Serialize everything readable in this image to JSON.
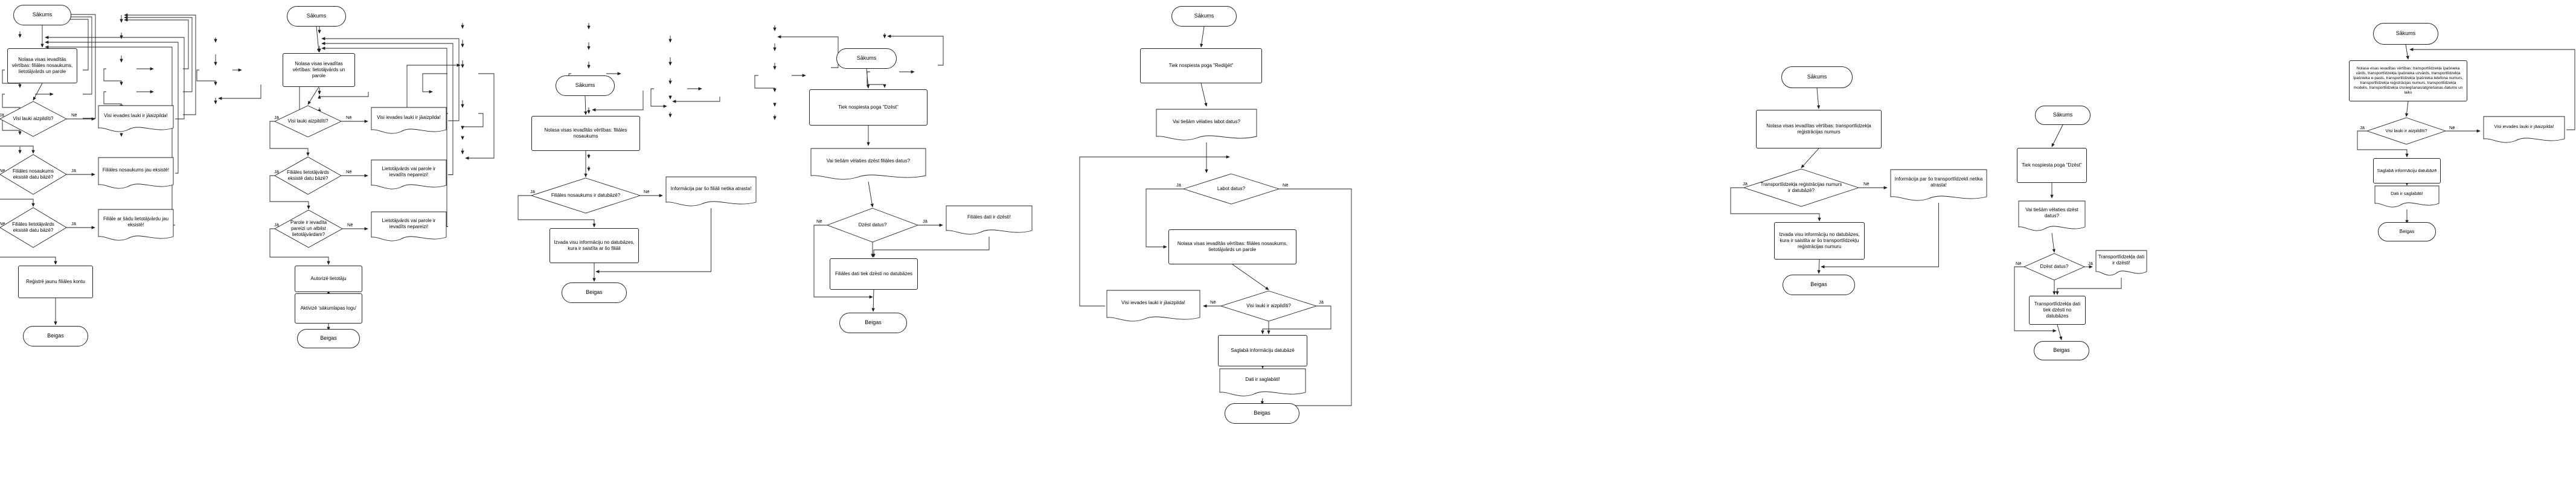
{
  "meta": {
    "diagram_type": "flowchart-set",
    "language": "lv",
    "background_color": "#ffffff",
    "line_color": "#222222",
    "text_color": "#000000",
    "count": 8
  },
  "labels": {
    "yes": "Jā",
    "no": "Nē"
  },
  "flows": [
    {
      "id": "flow-1-registracija",
      "nodes": [
        {
          "id": "f1-start",
          "type": "terminal",
          "text": "Sākums"
        },
        {
          "id": "f1-read",
          "type": "process",
          "text": "Nolasa visas ievadītās vērtības: filiāles nosaukums, lietotājvārds un parole"
        },
        {
          "id": "f1-d1",
          "type": "decision",
          "text": "Visi lauki aizpildīti?"
        },
        {
          "id": "f1-m1",
          "type": "document",
          "text": "Visi ievades lauki ir jāaizpilda!"
        },
        {
          "id": "f1-d2",
          "type": "decision",
          "text": "Filiāles nosaukums eksistē datu bāzē?"
        },
        {
          "id": "f1-m2",
          "type": "document",
          "text": "Filiāles nosaukums jau eksistē!"
        },
        {
          "id": "f1-d3",
          "type": "decision",
          "text": "Filiāles lietotājvārds eksistē datu bāzē?"
        },
        {
          "id": "f1-m3",
          "type": "document",
          "text": "Filiāle ar šādu lietotājvārdu jau eksistē!"
        },
        {
          "id": "f1-reg",
          "type": "process",
          "text": "Reģistrē jaunu filiāles kontu"
        },
        {
          "id": "f1-end",
          "type": "terminal",
          "text": "Beigas"
        }
      ],
      "edges": [
        {
          "from": "f1-d1",
          "to": "f1-m1",
          "label": "Nē"
        },
        {
          "from": "f1-d1",
          "to": "f1-d2",
          "label": "Jā"
        },
        {
          "from": "f1-d2",
          "to": "f1-m2",
          "label": "Jā"
        },
        {
          "from": "f1-d2",
          "to": "f1-d3",
          "label": "Nē"
        },
        {
          "from": "f1-d3",
          "to": "f1-m3",
          "label": "Jā"
        },
        {
          "from": "f1-d3",
          "to": "f1-reg",
          "label": "Nē"
        }
      ]
    },
    {
      "id": "flow-2-autorizacija",
      "nodes": [
        {
          "id": "f2-start",
          "type": "terminal",
          "text": "Sākums"
        },
        {
          "id": "f2-read",
          "type": "process",
          "text": "Nolasa visas ievadītas vērtības: lietotājvārds un parole"
        },
        {
          "id": "f2-d1",
          "type": "decision",
          "text": "Visi lauki aizpildīti?"
        },
        {
          "id": "f2-m1",
          "type": "document",
          "text": "Visi ievades lauki ir jāaizpilda!"
        },
        {
          "id": "f2-d2",
          "type": "decision",
          "text": "Filiāles lietotājvārds eksistē datu bāzē?"
        },
        {
          "id": "f2-m2",
          "type": "document",
          "text": "Lietotājvārds vai parole ir ievadīts nepareizi!"
        },
        {
          "id": "f2-d3",
          "type": "decision",
          "text": "Parole ir ievadīta pareizi un atbilst lietotājvārdam?"
        },
        {
          "id": "f2-m3",
          "type": "document",
          "text": "Lietotājvārds vai parole ir ievadīts nepareizi!"
        },
        {
          "id": "f2-auth",
          "type": "process",
          "text": "Autorizē lietotāju"
        },
        {
          "id": "f2-act",
          "type": "process",
          "text": "Aktivizē 'sākumlapas logu'"
        },
        {
          "id": "f2-end",
          "type": "terminal",
          "text": "Beigas"
        }
      ],
      "edges": [
        {
          "from": "f2-d1",
          "to": "f2-m1",
          "label": "Nē"
        },
        {
          "from": "f2-d1",
          "to": "f2-d2",
          "label": "Jā"
        },
        {
          "from": "f2-d2",
          "to": "f2-m2",
          "label": "Nē"
        },
        {
          "from": "f2-d2",
          "to": "f2-d3",
          "label": "Jā"
        },
        {
          "from": "f2-d3",
          "to": "f2-m3",
          "label": "Nē"
        },
        {
          "from": "f2-d3",
          "to": "f2-auth",
          "label": "Jā"
        }
      ]
    },
    {
      "id": "flow-3-filiales-meklesana",
      "nodes": [
        {
          "id": "f3-start",
          "type": "terminal",
          "text": "Sākums"
        },
        {
          "id": "f3-read",
          "type": "process",
          "text": "Nolasa visas ievadītās vērtības: filiāles nosaukums"
        },
        {
          "id": "f3-d1",
          "type": "decision",
          "text": "Filiāles nosaukums ir datubāzē?"
        },
        {
          "id": "f3-m1",
          "type": "document",
          "text": "Informācija par šo filiāli netika atrasta!"
        },
        {
          "id": "f3-out",
          "type": "process",
          "text": "Izvada visu informāciju no datubāzes, kura ir saistīta ar šo filiāli"
        },
        {
          "id": "f3-end",
          "type": "terminal",
          "text": "Beigas"
        }
      ],
      "edges": [
        {
          "from": "f3-d1",
          "to": "f3-m1",
          "label": "Nē"
        },
        {
          "from": "f3-d1",
          "to": "f3-out",
          "label": "Jā"
        }
      ]
    },
    {
      "id": "flow-4-filiales-dzesana",
      "nodes": [
        {
          "id": "f4-start",
          "type": "terminal",
          "text": "Sākums"
        },
        {
          "id": "f4-btn",
          "type": "process",
          "text": "Tiek nospiesta poga \"Dzēst\""
        },
        {
          "id": "f4-m1",
          "type": "document",
          "text": "Vai tiešām vēlaties dzēst filiāles datus?"
        },
        {
          "id": "f4-d1",
          "type": "decision",
          "text": "Dzēst datus?"
        },
        {
          "id": "f4-m2",
          "type": "document",
          "text": "Filiāles dati ir dzēsti!"
        },
        {
          "id": "f4-del",
          "type": "process",
          "text": "Filiāles dati tiek dzēsti no datubāzes"
        },
        {
          "id": "f4-end",
          "type": "terminal",
          "text": "Beigas"
        }
      ],
      "edges": [
        {
          "from": "f4-d1",
          "to": "f4-m2",
          "label": "Jā"
        },
        {
          "from": "f4-d1",
          "to": "f4-end",
          "label": "Nē"
        }
      ]
    },
    {
      "id": "flow-5-filiales-redigesana",
      "nodes": [
        {
          "id": "f5-start",
          "type": "terminal",
          "text": "Sākums"
        },
        {
          "id": "f5-btn",
          "type": "process",
          "text": "Tiek nospiesta poga \"Rediģēt\""
        },
        {
          "id": "f5-m0",
          "type": "document",
          "text": "Vai tiešām vēlaties labot datus?"
        },
        {
          "id": "f5-d1",
          "type": "decision",
          "text": "Labot datus?"
        },
        {
          "id": "f5-read",
          "type": "process",
          "text": "Nolasa visas ievadītās vērtības: filiāles nosaukums, lietotājvārds un parole"
        },
        {
          "id": "f5-d2",
          "type": "decision",
          "text": "Visi lauki ir aizpildīti?"
        },
        {
          "id": "f5-m1",
          "type": "document",
          "text": "Visi ievades lauki ir jāaizpilda!"
        },
        {
          "id": "f5-save",
          "type": "process",
          "text": "Saglabā informāciju datubāzē"
        },
        {
          "id": "f5-m2",
          "type": "document",
          "text": "Dati ir saglabāti!"
        },
        {
          "id": "f5-end",
          "type": "terminal",
          "text": "Beigas"
        }
      ],
      "edges": [
        {
          "from": "f5-d1",
          "to": "f5-read",
          "label": "Jā"
        },
        {
          "from": "f5-d1",
          "to": "f5-end",
          "label": "Nē"
        },
        {
          "from": "f5-d2",
          "to": "f5-m1",
          "label": "Nē"
        },
        {
          "from": "f5-d2",
          "to": "f5-save",
          "label": "Jā"
        }
      ]
    },
    {
      "id": "flow-6-transportlidzekla-meklesana",
      "nodes": [
        {
          "id": "f6-start",
          "type": "terminal",
          "text": "Sākums"
        },
        {
          "id": "f6-read",
          "type": "process",
          "text": "Nolasa visas ievadītas vērtības: transportlīdzekļa reģistrācijas numurs"
        },
        {
          "id": "f6-d1",
          "type": "decision",
          "text": "Transportlīdzekļa reģistrācijas numurs ir datubāzē?"
        },
        {
          "id": "f6-m1",
          "type": "document",
          "text": "Informācija par šo transportlīdzekli netika atrasta!"
        },
        {
          "id": "f6-out",
          "type": "process",
          "text": "Izvada visu informāciju no datubāzes, kura ir saistīta ar šo transportlīdzekļu reģistrācijas numuru"
        },
        {
          "id": "f6-end",
          "type": "terminal",
          "text": "Beigas"
        }
      ],
      "edges": [
        {
          "from": "f6-d1",
          "to": "f6-m1",
          "label": "Nē"
        },
        {
          "from": "f6-d1",
          "to": "f6-out",
          "label": "Jā"
        }
      ]
    },
    {
      "id": "flow-7-transportlidzekla-dzesana",
      "nodes": [
        {
          "id": "f7-start",
          "type": "terminal",
          "text": "Sākums"
        },
        {
          "id": "f7-btn",
          "type": "process",
          "text": "Tiek nospiesta poga \"Dzēst\""
        },
        {
          "id": "f7-m1",
          "type": "document",
          "text": "Vai tiešām vēlaties dzēst datus?"
        },
        {
          "id": "f7-d1",
          "type": "decision",
          "text": "Dzēst datus?"
        },
        {
          "id": "f7-m2",
          "type": "document",
          "text": "Transportlīdzekļa dati ir dzēsti!"
        },
        {
          "id": "f7-del",
          "type": "process",
          "text": "Transportlīdzekļa dati tiek dzēsti no datubāzes"
        },
        {
          "id": "f7-end",
          "type": "terminal",
          "text": "Beigas"
        }
      ],
      "edges": [
        {
          "from": "f7-d1",
          "to": "f7-m2",
          "label": "Jā"
        },
        {
          "from": "f7-d1",
          "to": "f7-end",
          "label": "Nē"
        }
      ]
    },
    {
      "id": "flow-8-transportlidzekla-registracija",
      "nodes": [
        {
          "id": "f8-start",
          "type": "terminal",
          "text": "Sākums"
        },
        {
          "id": "f8-read",
          "type": "process",
          "text": "Nolasa visas ievadītas vērtības: transportlīdzekļa īpašnieka vārds, transportlīdzekļa īpašnieka uzvārds, transportlīdzekļa īpašnieka e-pasts, transportlīdzekļa īpašnieka telefona numurs, transportlīdzekļa reģistrācijas numurs, transportlīdzekļa modelis, transportlīdzekļa izsniegšanas/atgriešanas datums un laiks"
        },
        {
          "id": "f8-d1",
          "type": "decision",
          "text": "Visi lauki ir aizpildīti?"
        },
        {
          "id": "f8-m1",
          "type": "document",
          "text": "Visi ievades lauki ir jāaizpilda!"
        },
        {
          "id": "f8-save",
          "type": "process",
          "text": "Saglabā informāciju datubāzē"
        },
        {
          "id": "f8-m2",
          "type": "document",
          "text": "Dati ir saglabāti!"
        },
        {
          "id": "f8-end",
          "type": "terminal",
          "text": "Beigas"
        }
      ],
      "edges": [
        {
          "from": "f8-d1",
          "to": "f8-m1",
          "label": "Nē"
        },
        {
          "from": "f8-d1",
          "to": "f8-save",
          "label": "Jā"
        }
      ]
    }
  ]
}
